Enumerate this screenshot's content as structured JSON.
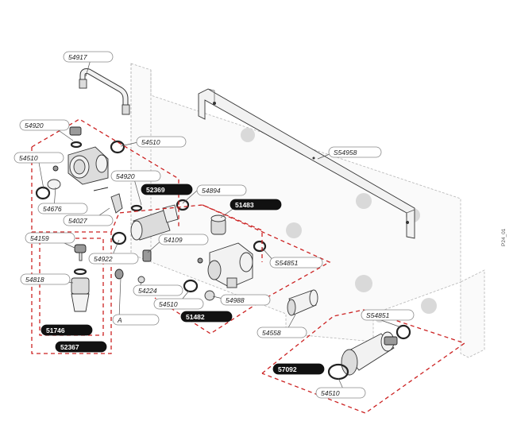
{
  "drawing_code": "P24_01",
  "callout_label": "A",
  "labels": [
    {
      "id": "54917",
      "dark": false
    },
    {
      "id": "54920",
      "dark": false
    },
    {
      "id": "54510",
      "dark": false
    },
    {
      "id": "54510",
      "dark": false
    },
    {
      "id": "54920",
      "dark": false
    },
    {
      "id": "52369",
      "dark": true
    },
    {
      "id": "54894",
      "dark": false
    },
    {
      "id": "51483",
      "dark": true
    },
    {
      "id": "S54958",
      "dark": false
    },
    {
      "id": "54676",
      "dark": false
    },
    {
      "id": "54027",
      "dark": false
    },
    {
      "id": "54159",
      "dark": false
    },
    {
      "id": "54922",
      "dark": false
    },
    {
      "id": "54109",
      "dark": false
    },
    {
      "id": "S54851",
      "dark": false
    },
    {
      "id": "54818",
      "dark": false
    },
    {
      "id": "54224",
      "dark": false
    },
    {
      "id": "54510",
      "dark": false
    },
    {
      "id": "54988",
      "dark": false
    },
    {
      "id": "51482",
      "dark": true
    },
    {
      "id": "54558",
      "dark": false
    },
    {
      "id": "51746",
      "dark": true
    },
    {
      "id": "52367",
      "dark": true
    },
    {
      "id": "S54851",
      "dark": false
    },
    {
      "id": "57092",
      "dark": true
    },
    {
      "id": "54510",
      "dark": false
    }
  ]
}
